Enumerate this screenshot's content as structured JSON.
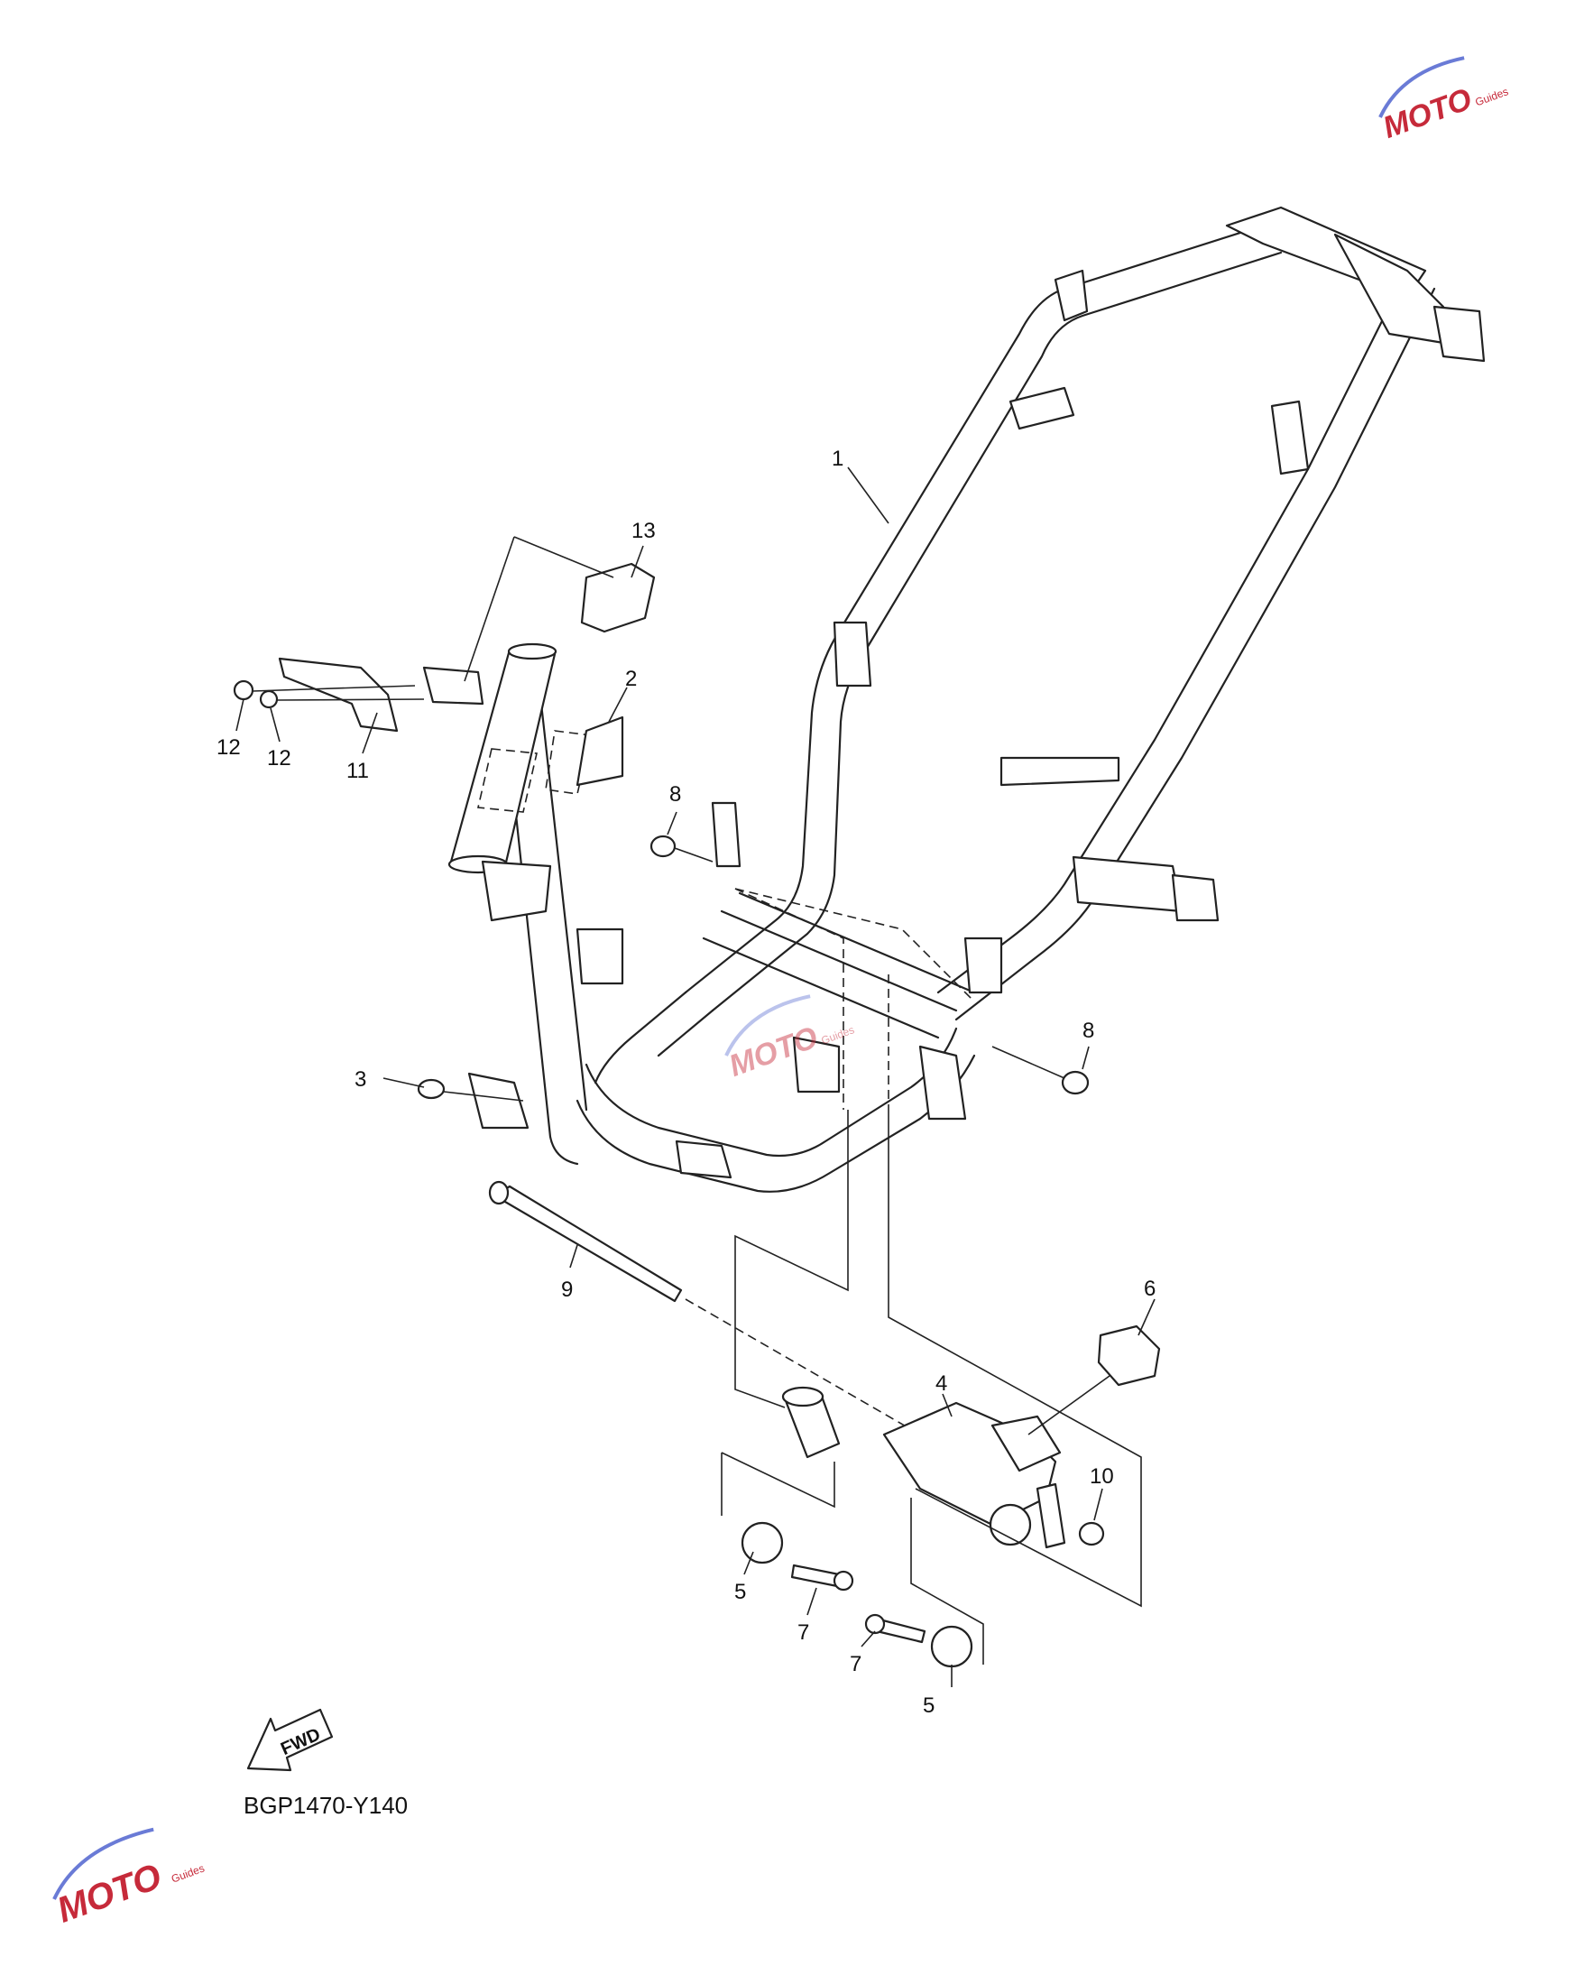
{
  "diagram": {
    "callouts": [
      {
        "id": "c1",
        "label": "1"
      },
      {
        "id": "c2",
        "label": "2"
      },
      {
        "id": "c3",
        "label": "3"
      },
      {
        "id": "c4",
        "label": "4"
      },
      {
        "id": "c5a",
        "label": "5"
      },
      {
        "id": "c5b",
        "label": "5"
      },
      {
        "id": "c6",
        "label": "6"
      },
      {
        "id": "c7a",
        "label": "7"
      },
      {
        "id": "c7b",
        "label": "7"
      },
      {
        "id": "c8a",
        "label": "8"
      },
      {
        "id": "c8b",
        "label": "8"
      },
      {
        "id": "c9",
        "label": "9"
      },
      {
        "id": "c10",
        "label": "10"
      },
      {
        "id": "c11",
        "label": "11"
      },
      {
        "id": "c12a",
        "label": "12"
      },
      {
        "id": "c12b",
        "label": "12"
      },
      {
        "id": "c13",
        "label": "13"
      }
    ],
    "fwd_label": "FWD",
    "figure_code": "BGP1470-Y140"
  },
  "watermark": {
    "text": "MOTO",
    "subtext": "Guides",
    "color": "#c62a3a",
    "accent_color": "#6a7bd6"
  }
}
